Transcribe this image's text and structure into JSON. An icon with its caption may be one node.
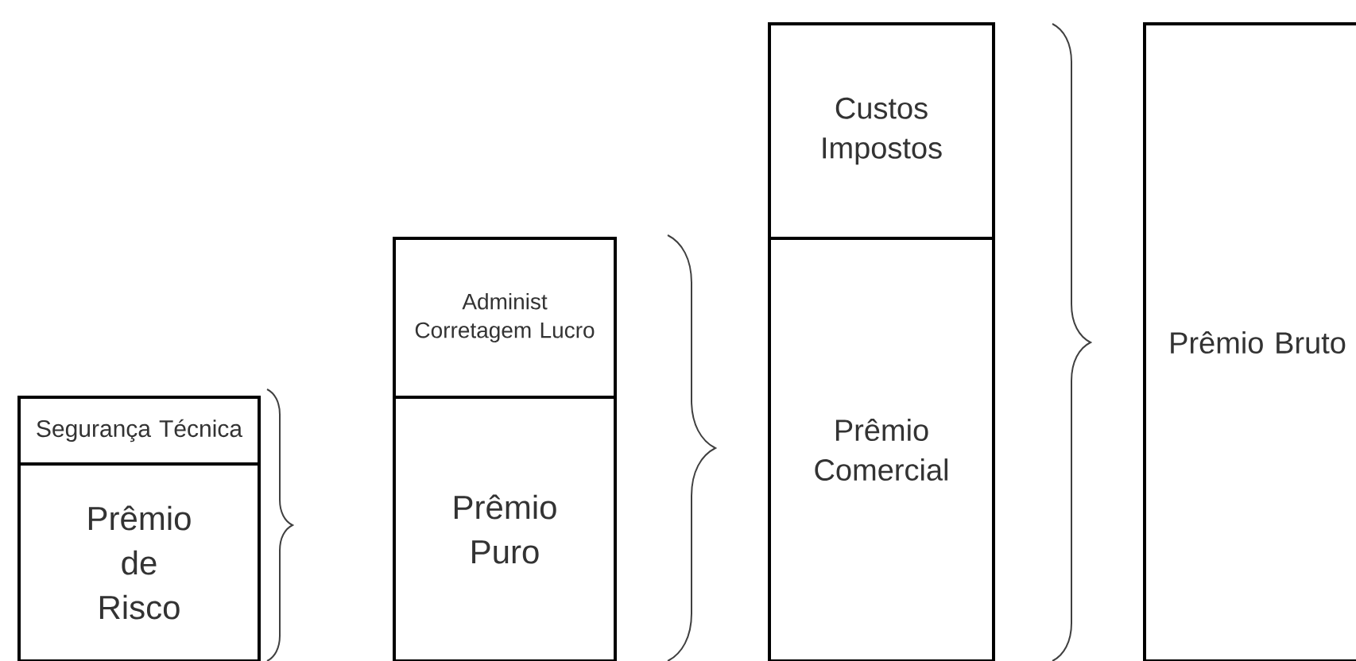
{
  "diagram": {
    "nodes": [
      {
        "text": [
          "Segurança Técnica"
        ]
      },
      {
        "text": [
          "Prêmio de Risco"
        ]
      },
      {
        "text": [
          "Administ Corretagem Lucro"
        ]
      },
      {
        "text": [
          "Prêmio Puro"
        ]
      },
      {
        "text": [
          "Custos Impostos"
        ]
      },
      {
        "text": [
          "Prêmio Comercial"
        ]
      },
      {
        "text": [
          "Prêmio Bruto"
        ]
      }
    ]
  }
}
